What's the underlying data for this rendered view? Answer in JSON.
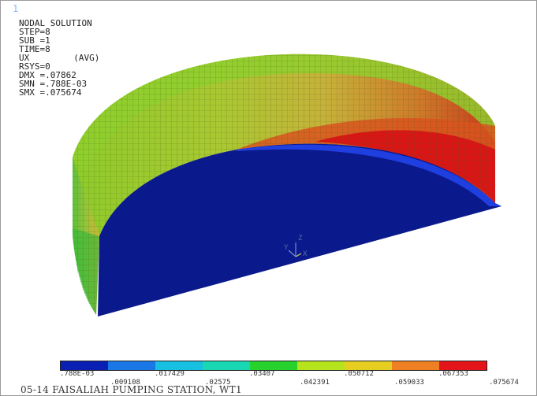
{
  "window_number": "1",
  "info": {
    "title": "NODAL SOLUTION",
    "step": "STEP=8",
    "sub": "SUB =1",
    "time": "TIME=8",
    "component": "UX",
    "avg": "(AVG)",
    "rsys": "RSYS=0",
    "dmx": "DMX =.07862",
    "smn": "SMN =.788E-03",
    "smx": "SMX =.075674"
  },
  "triad": {
    "x": "X",
    "y": "Y",
    "z": "Z"
  },
  "legend": {
    "colors": [
      "#0a1fb4",
      "#1a78e6",
      "#17bfe0",
      "#18d7b2",
      "#27d22c",
      "#b5e41d",
      "#e5ce1f",
      "#ee7f22",
      "#e4151a"
    ],
    "labels_bottom": [
      ".788E-03",
      ".017429",
      ".03407",
      ".050712",
      ".067353"
    ],
    "labels_top": [
      ".009108",
      ".02575",
      ".042391",
      ".059033",
      ".075674"
    ]
  },
  "footer": "05-14 FAISALIAH PUMPING STATION, WT1"
}
